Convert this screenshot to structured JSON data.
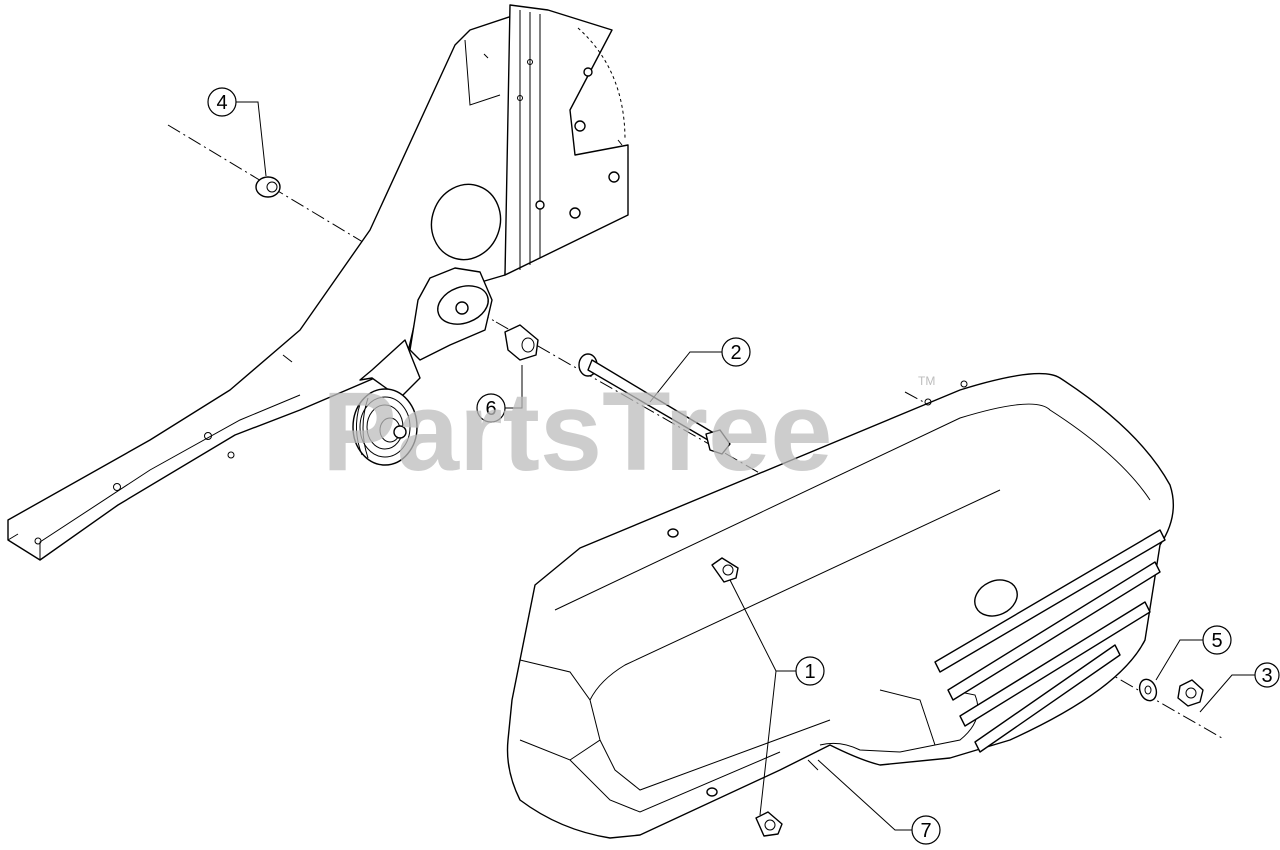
{
  "watermark": {
    "text": "PartsTree",
    "trademark": "TM"
  },
  "callouts": [
    {
      "id": "1",
      "label": "1"
    },
    {
      "id": "2",
      "label": "2"
    },
    {
      "id": "3",
      "label": "3"
    },
    {
      "id": "4",
      "label": "4"
    },
    {
      "id": "5",
      "label": "5"
    },
    {
      "id": "6",
      "label": "6"
    },
    {
      "id": "7",
      "label": "7"
    }
  ]
}
